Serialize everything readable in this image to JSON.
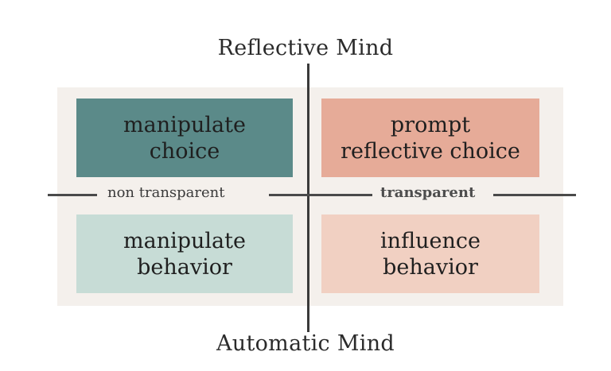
{
  "axes": {
    "top": "Reflective Mind",
    "bottom": "Automatic Mind",
    "left": "non transparent",
    "right": "transparent"
  },
  "quadrants": {
    "top_left": {
      "line1": "manipulate",
      "line2": "choice",
      "color": "#5b8a89"
    },
    "top_right": {
      "line1": "prompt",
      "line2": "reflective choice",
      "color": "#e6ab98"
    },
    "bottom_left": {
      "line1": "manipulate",
      "line2": "behavior",
      "color": "#c7dcd6"
    },
    "bottom_right": {
      "line1": "influence",
      "line2": "behavior",
      "color": "#f1d0c2"
    }
  }
}
